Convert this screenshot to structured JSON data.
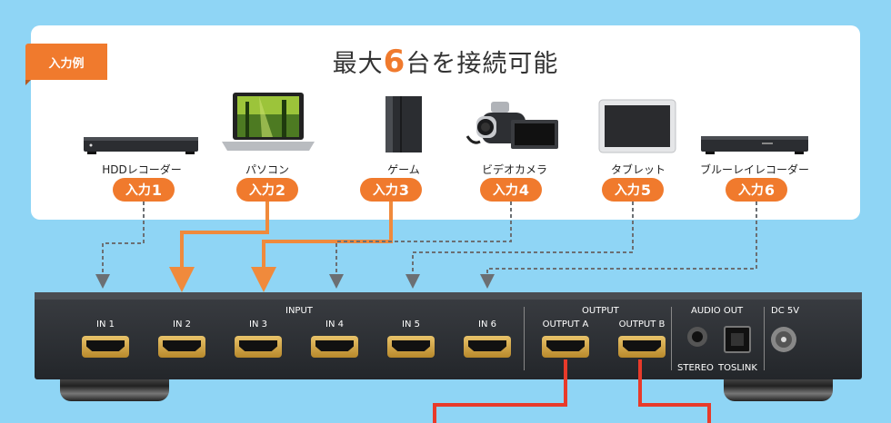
{
  "tag": "入力例",
  "headline": {
    "pre": "最大",
    "num": "6",
    "mid": "台",
    "post": "を接続可能"
  },
  "devices": [
    {
      "label": "HDDレコーダー",
      "pill_pre": "入力",
      "pill_num": "1"
    },
    {
      "label": "パソコン",
      "pill_pre": "入力",
      "pill_num": "2"
    },
    {
      "label": "ゲーム",
      "pill_pre": "入力",
      "pill_num": "3"
    },
    {
      "label": "ビデオカメラ",
      "pill_pre": "入力",
      "pill_num": "4"
    },
    {
      "label": "タブレット",
      "pill_pre": "入力",
      "pill_num": "5"
    },
    {
      "label": "ブルーレイレコーダー",
      "pill_pre": "入力",
      "pill_num": "6"
    }
  ],
  "panel": {
    "input_section": "INPUT",
    "output_section": "OUTPUT",
    "audio_section": "AUDIO OUT",
    "dc": "DC 5V",
    "inputs": [
      "IN 1",
      "IN 2",
      "IN 3",
      "IN 4",
      "IN 5",
      "IN 6"
    ],
    "outputs": [
      "OUTPUT A",
      "OUTPUT B"
    ],
    "stereo": "STEREO",
    "toslink": "TOSLINK"
  },
  "colors": {
    "accent": "#f07a2d",
    "background": "#8fd5f5",
    "output_line": "#e83a2a"
  }
}
